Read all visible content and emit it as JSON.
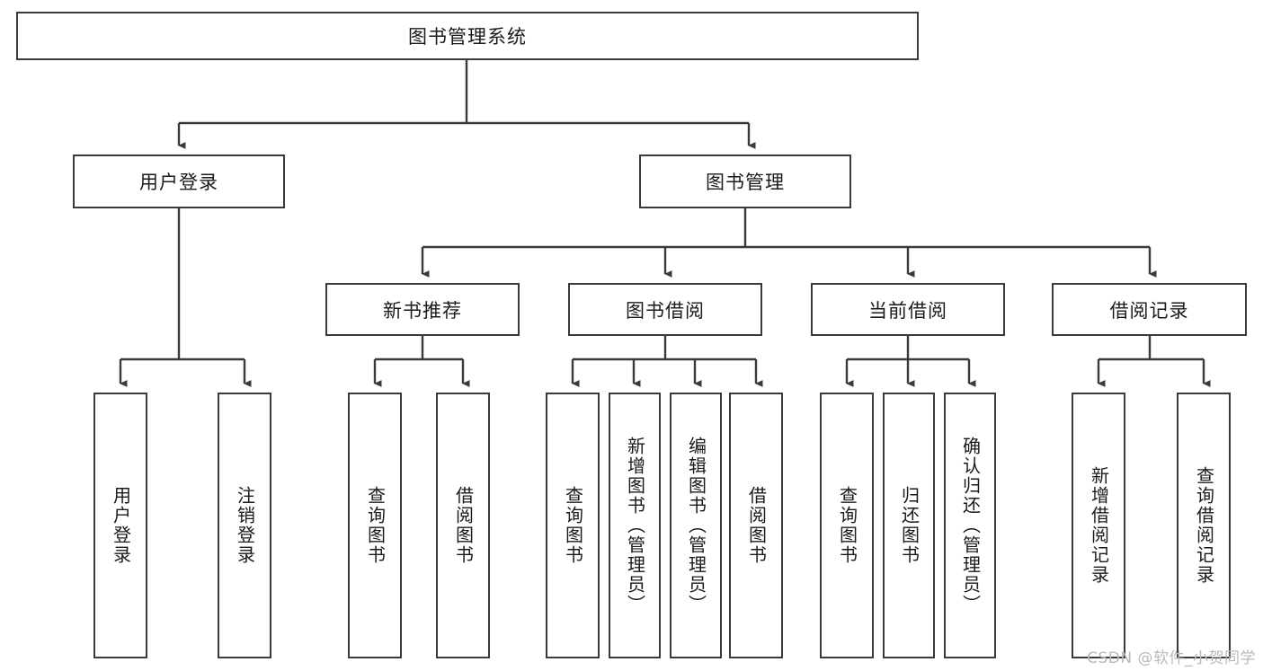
{
  "diagram": {
    "title": "图书管理系统",
    "type": "tree-hierarchy-diagram",
    "colors": {
      "box_border": "#3a3a3a",
      "box_fill": "#ffffff",
      "edge": "#3a3a3a",
      "text": "#1a1a1a",
      "watermark": "#b9b9b9",
      "background": "#ffffff"
    }
  },
  "root": {
    "label": "图书管理系统"
  },
  "level2": [
    {
      "label": "用户登录"
    },
    {
      "label": "图书管理"
    }
  ],
  "level3": [
    {
      "label": "新书推荐"
    },
    {
      "label": "图书借阅"
    },
    {
      "label": "当前借阅"
    },
    {
      "label": "借阅记录"
    }
  ],
  "leaves": {
    "user_login": [
      {
        "label": "用户登录"
      },
      {
        "label": "注销登录"
      }
    ],
    "new_book_recommend": [
      {
        "label": "查询图书"
      },
      {
        "label": "借阅图书"
      }
    ],
    "book_borrow": [
      {
        "label": "查询图书"
      },
      {
        "label": "新增图书（管理员）"
      },
      {
        "label": "编辑图书（管理员）"
      },
      {
        "label": "借阅图书"
      }
    ],
    "current_borrow": [
      {
        "label": "查询图书"
      },
      {
        "label": "归还图书"
      },
      {
        "label": "确认归还（管理员）"
      }
    ],
    "borrow_records": [
      {
        "label": "新增借阅记录"
      },
      {
        "label": "查询借阅记录"
      }
    ]
  },
  "watermark": {
    "text": "CSDN @软件_小贺同学"
  }
}
